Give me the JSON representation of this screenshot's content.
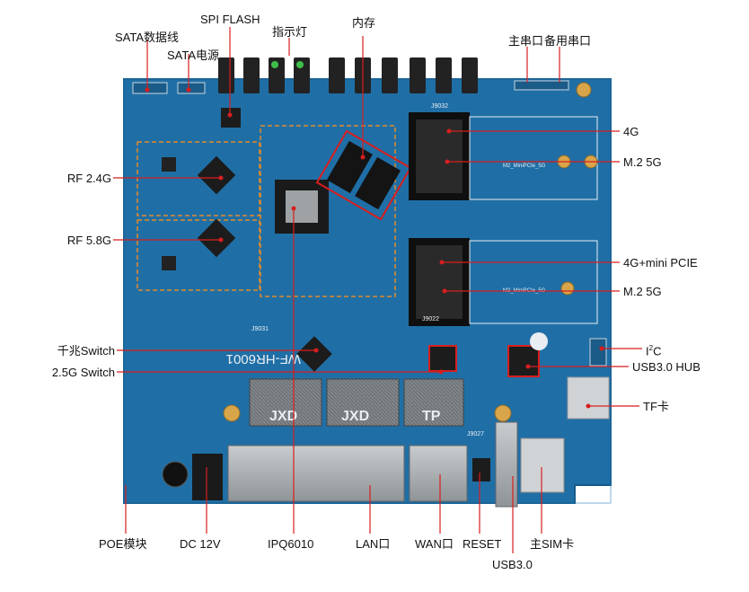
{
  "labels": {
    "sata_data": "SATA数据线",
    "sata_power": "SATA电源",
    "spi_flash": "SPI FLASH",
    "indicator": "指示灯",
    "memory": "内存",
    "main_serial": "主串口",
    "backup_serial": "备用串口",
    "lte_4g": "4G",
    "m2_5g_a": "M.2 5G",
    "lte_minipcie": "4G+mini PCIE",
    "m2_5g_b": "M.2 5G",
    "i2c_prefix": "I",
    "i2c_sup": "2",
    "i2c_suffix": "C",
    "usb_hub": "USB3.0 HUB",
    "tf_card": "TF卡",
    "rf24": "RF 2.4G",
    "rf58": "RF 5.8G",
    "gig_switch": "千兆Switch",
    "switch_25g": "2.5G Switch",
    "poe": "POE模块",
    "dc": "DC 12V",
    "ipq": "IPQ6010",
    "lan": "LAN口",
    "wan": "WAN口",
    "reset": "RESET",
    "usb3": "USB3.0",
    "sim": "主SIM卡"
  },
  "board_silk": {
    "model": "WF-HR6001",
    "u_left": "J9031",
    "jxd1": "JXD",
    "jxd2": "JXD",
    "tp": "TP",
    "m2_silk_1": "M2_MiniPCIe_5G",
    "m2_silk_2": "M2_MiniPCIe_5G",
    "j9022": "J9022",
    "j9032": "J9032",
    "j9027": "J9027"
  },
  "colors": {
    "board": "#1f6fa6",
    "board_dark": "#17598a",
    "callout": "#d81e1e",
    "label_text": "#111111",
    "silk": "#e9eef2",
    "dash_outline": "#e48a2a",
    "port_metal": "#9ea3a6"
  }
}
